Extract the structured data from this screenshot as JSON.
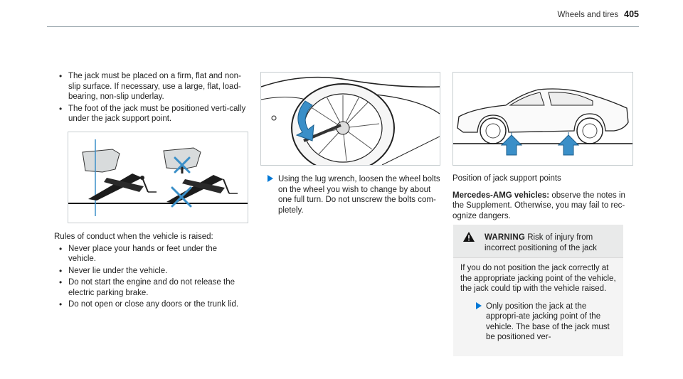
{
  "header": {
    "section": "Wheels and tires",
    "page": "405"
  },
  "left": {
    "intro_bullets": [
      "The jack must be placed on a firm, flat and non-slip surface. If necessary, use a large, flat, load-bearing, non-slip underlay.",
      "The foot of the jack must be positioned verti-cally under the jack support point."
    ],
    "rules_heading": "Rules of conduct when the vehicle is raised:",
    "rules": [
      "Never place your hands or feet under the vehicle.",
      "Never lie under the vehicle.",
      "Do not start the engine and do not release the electric parking brake.",
      "Do not open or close any doors or the trunk lid."
    ]
  },
  "middle": {
    "step": "Using the lug wrench, loosen the wheel bolts on the wheel you wish to change by about one full turn. Do not unscrew the bolts com-pletely."
  },
  "right": {
    "caption": "Position of jack support points",
    "amg_label": "Mercedes-AMG vehicles:",
    "amg_text": " observe the notes in the Supplement. Otherwise, you may fail to rec-ognize dangers.",
    "warning": {
      "title": "WARNING",
      "summary": "Risk of injury from incorrect positioning of the jack",
      "body": "If you do not position the jack correctly at the appropriate jacking point of the vehicle, the jack could tip with the vehicle raised.",
      "step": "Only position the jack at the appropri-ate jacking point of the vehicle. The base of the jack must be positioned ver-"
    }
  },
  "colors": {
    "accent": "#0078d6",
    "illustration_blue": "#3a8fc8",
    "warn_bg": "#e9eaea"
  },
  "icons": {
    "step": "arrow-right-icon",
    "warning": "warning-triangle-icon"
  }
}
